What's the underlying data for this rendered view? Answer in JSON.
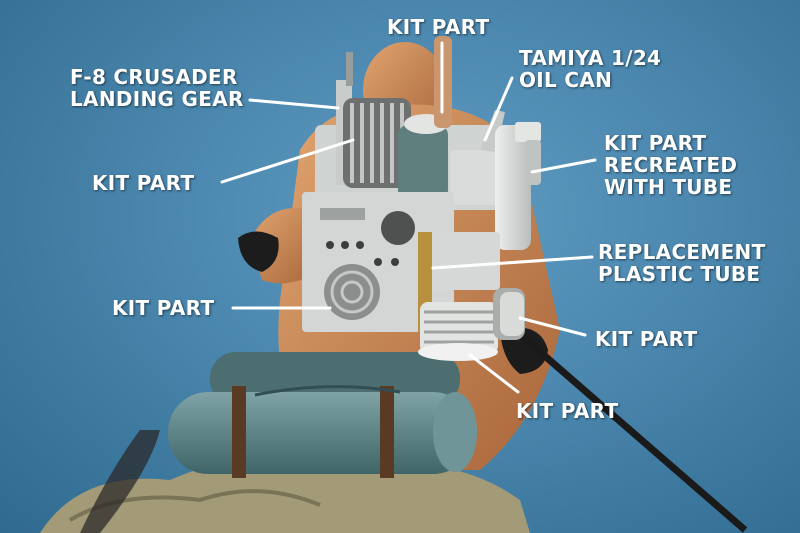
{
  "annotations": {
    "kit_part_top": "KIT PART",
    "oil_can": [
      "TAMIYA 1/24",
      "OIL CAN"
    ],
    "landing_gear": [
      "F-8 CRUSADER",
      "LANDING GEAR"
    ],
    "kit_part_left_upper": "KIT PART",
    "recreated_tube": [
      "KIT PART",
      "RECREATED",
      "WITH TUBE"
    ],
    "replacement_tube": [
      "REPLACEMENT",
      "PLASTIC TUBE"
    ],
    "kit_part_left_lower": "KIT PART",
    "kit_part_right_lower": "KIT PART",
    "kit_part_bottom": "KIT PART"
  },
  "colors": {
    "background": "#4a86ad",
    "label_text": "#ffffff",
    "figure_skin": "#c9844f",
    "backpack_paint": "#d8dcd9",
    "bedroll": "#5d8489",
    "rock": "#a39a78"
  }
}
